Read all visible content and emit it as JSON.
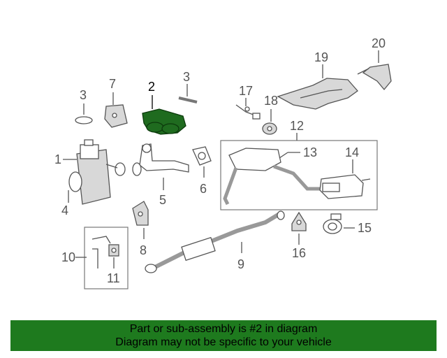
{
  "diagram": {
    "highlight_color": "#1f6b1f",
    "labels": {
      "l1": "1",
      "l2": "2",
      "l3a": "3",
      "l3b": "3",
      "l4": "4",
      "l5": "5",
      "l6": "6",
      "l7": "7",
      "l8": "8",
      "l9": "9",
      "l10": "10",
      "l11": "11",
      "l12": "12",
      "l13": "13",
      "l14": "14",
      "l15": "15",
      "l16": "16",
      "l17": "17",
      "l18": "18",
      "l19": "19",
      "l20": "20"
    }
  },
  "banner": {
    "line1": "Part or sub-assembly is #2 in diagram",
    "line2": "Diagram may not be specific to your vehicle",
    "bg_color": "#1e7a1e"
  }
}
